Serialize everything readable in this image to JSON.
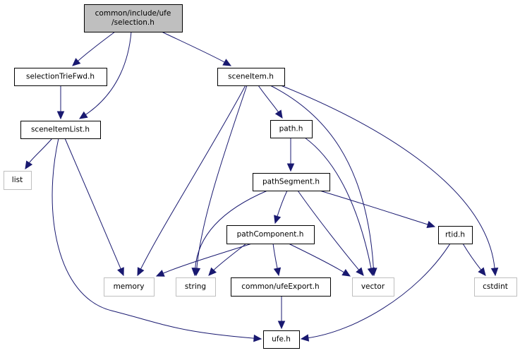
{
  "title": "Include dependency graph for common/include/ufe/selection.h",
  "colors": {
    "edge": "#191970",
    "main_fill": "#bfbfbf",
    "local_border": "#000000",
    "system_border": "#bfbfbf"
  },
  "nodes": [
    {
      "id": "selection",
      "lines": [
        "common/include/ufe",
        "/selection.h"
      ],
      "kind": "main"
    },
    {
      "id": "selectionTrieFwd",
      "lines": [
        "selectionTrieFwd.h"
      ],
      "kind": "local"
    },
    {
      "id": "sceneItemList",
      "lines": [
        "sceneItemList.h"
      ],
      "kind": "local"
    },
    {
      "id": "sceneItem",
      "lines": [
        "sceneItem.h"
      ],
      "kind": "local"
    },
    {
      "id": "list",
      "lines": [
        "list"
      ],
      "kind": "system"
    },
    {
      "id": "path",
      "lines": [
        "path.h"
      ],
      "kind": "local"
    },
    {
      "id": "pathSegment",
      "lines": [
        "pathSegment.h"
      ],
      "kind": "local"
    },
    {
      "id": "pathComponent",
      "lines": [
        "pathComponent.h"
      ],
      "kind": "local"
    },
    {
      "id": "rtid",
      "lines": [
        "rtid.h"
      ],
      "kind": "local"
    },
    {
      "id": "memory",
      "lines": [
        "memory"
      ],
      "kind": "system"
    },
    {
      "id": "string",
      "lines": [
        "string"
      ],
      "kind": "system"
    },
    {
      "id": "ufeExport",
      "lines": [
        "common/ufeExport.h"
      ],
      "kind": "local"
    },
    {
      "id": "vector",
      "lines": [
        "vector"
      ],
      "kind": "system"
    },
    {
      "id": "cstdint",
      "lines": [
        "cstdint"
      ],
      "kind": "system"
    },
    {
      "id": "ufe",
      "lines": [
        "ufe.h"
      ],
      "kind": "local"
    }
  ],
  "edges": [
    {
      "from": "selection",
      "to": "selectionTrieFwd"
    },
    {
      "from": "selection",
      "to": "sceneItemList"
    },
    {
      "from": "selection",
      "to": "sceneItem"
    },
    {
      "from": "selectionTrieFwd",
      "to": "sceneItemList"
    },
    {
      "from": "sceneItemList",
      "to": "list"
    },
    {
      "from": "sceneItemList",
      "to": "memory"
    },
    {
      "from": "sceneItemList",
      "to": "ufe"
    },
    {
      "from": "sceneItem",
      "to": "memory"
    },
    {
      "from": "sceneItem",
      "to": "string"
    },
    {
      "from": "sceneItem",
      "to": "path"
    },
    {
      "from": "sceneItem",
      "to": "vector"
    },
    {
      "from": "sceneItem",
      "to": "cstdint"
    },
    {
      "from": "path",
      "to": "pathSegment"
    },
    {
      "from": "path",
      "to": "vector"
    },
    {
      "from": "pathSegment",
      "to": "string"
    },
    {
      "from": "pathSegment",
      "to": "pathComponent"
    },
    {
      "from": "pathSegment",
      "to": "vector"
    },
    {
      "from": "pathSegment",
      "to": "rtid"
    },
    {
      "from": "pathComponent",
      "to": "memory"
    },
    {
      "from": "pathComponent",
      "to": "string"
    },
    {
      "from": "pathComponent",
      "to": "ufeExport"
    },
    {
      "from": "pathComponent",
      "to": "vector"
    },
    {
      "from": "ufeExport",
      "to": "ufe"
    },
    {
      "from": "rtid",
      "to": "ufe"
    },
    {
      "from": "rtid",
      "to": "cstdint"
    }
  ]
}
